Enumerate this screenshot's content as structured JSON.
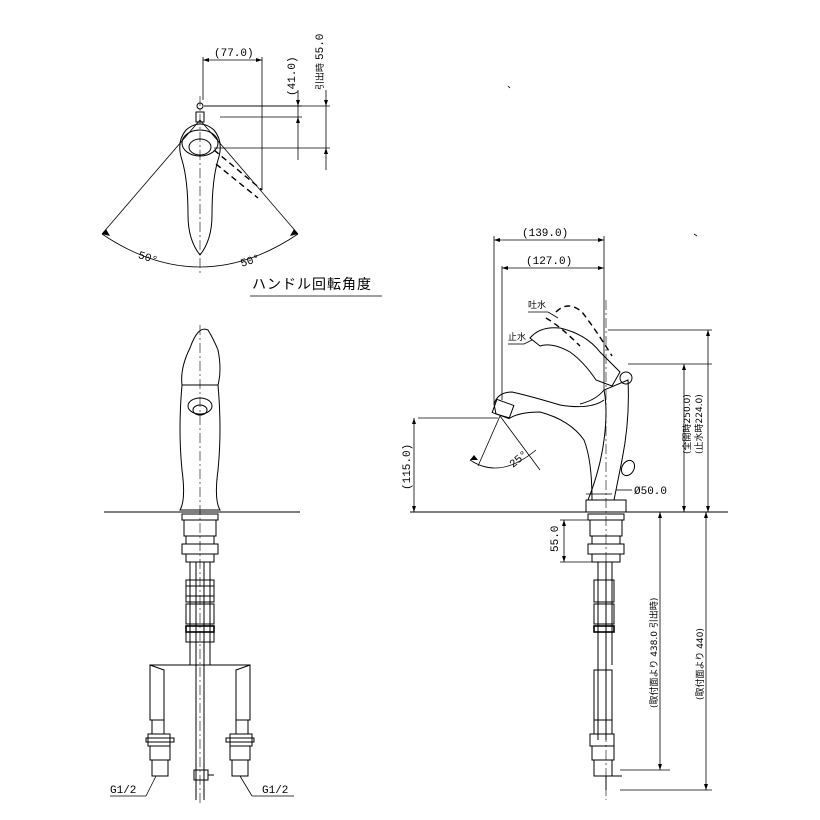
{
  "top_view": {
    "dim_width": "(77.0)",
    "dim_offset": "(41.0)",
    "dim_extend": "55.0",
    "extend_label": "引出時",
    "angle_left": "50°",
    "angle_right": "50°",
    "caption": "ハンドル回転角度"
  },
  "side_view": {
    "dim_139": "(139.0)",
    "dim_127": "(127.0)",
    "label_open": "吐水",
    "label_closed": "止水",
    "dim_height_115": "(115.0)",
    "angle_spout": "25°",
    "dim_dia": "Ø50.0",
    "dim_total": "(全開時250.0)",
    "dim_closed": "(止水時224.0)",
    "dim_55": "55.0",
    "dim_438": "(取付面より 438.0 引出時)",
    "dim_440": "(取付面より 440)"
  },
  "connections": {
    "left": "G1/2",
    "right": "G1/2"
  }
}
